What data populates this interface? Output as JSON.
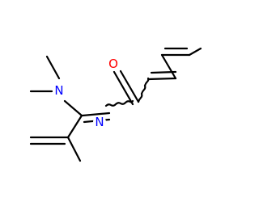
{
  "molecule": {
    "atoms": {
      "oxygen": {
        "symbol": "O",
        "color": "#ff0000"
      },
      "imine_nitrogen": {
        "symbol": "N",
        "color": "#0000ff"
      },
      "amine_nitrogen": {
        "symbol": "N",
        "color": "#0000ff"
      }
    },
    "bond_color": "#000000"
  }
}
